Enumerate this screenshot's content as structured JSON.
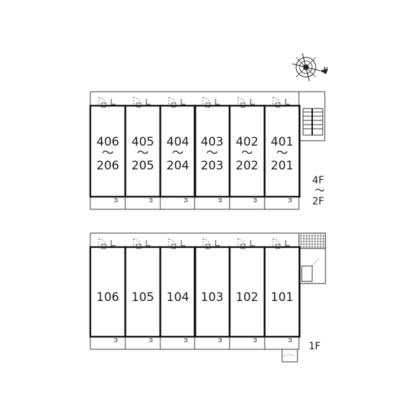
{
  "upper_block": {
    "floor_range": [
      "4F",
      "～",
      "2F"
    ],
    "units": [
      {
        "top": "406",
        "sep": "～",
        "bottom": "206"
      },
      {
        "top": "405",
        "sep": "～",
        "bottom": "205"
      },
      {
        "top": "404",
        "sep": "～",
        "bottom": "204"
      },
      {
        "top": "403",
        "sep": "～",
        "bottom": "203"
      },
      {
        "top": "402",
        "sep": "～",
        "bottom": "202"
      },
      {
        "top": "401",
        "sep": "～",
        "bottom": "201"
      }
    ]
  },
  "lower_block": {
    "floor": "1F",
    "units": [
      "106",
      "105",
      "104",
      "103",
      "102",
      "101"
    ]
  },
  "compass": {
    "icon": "compass-rose-icon",
    "north_marker": "N"
  }
}
